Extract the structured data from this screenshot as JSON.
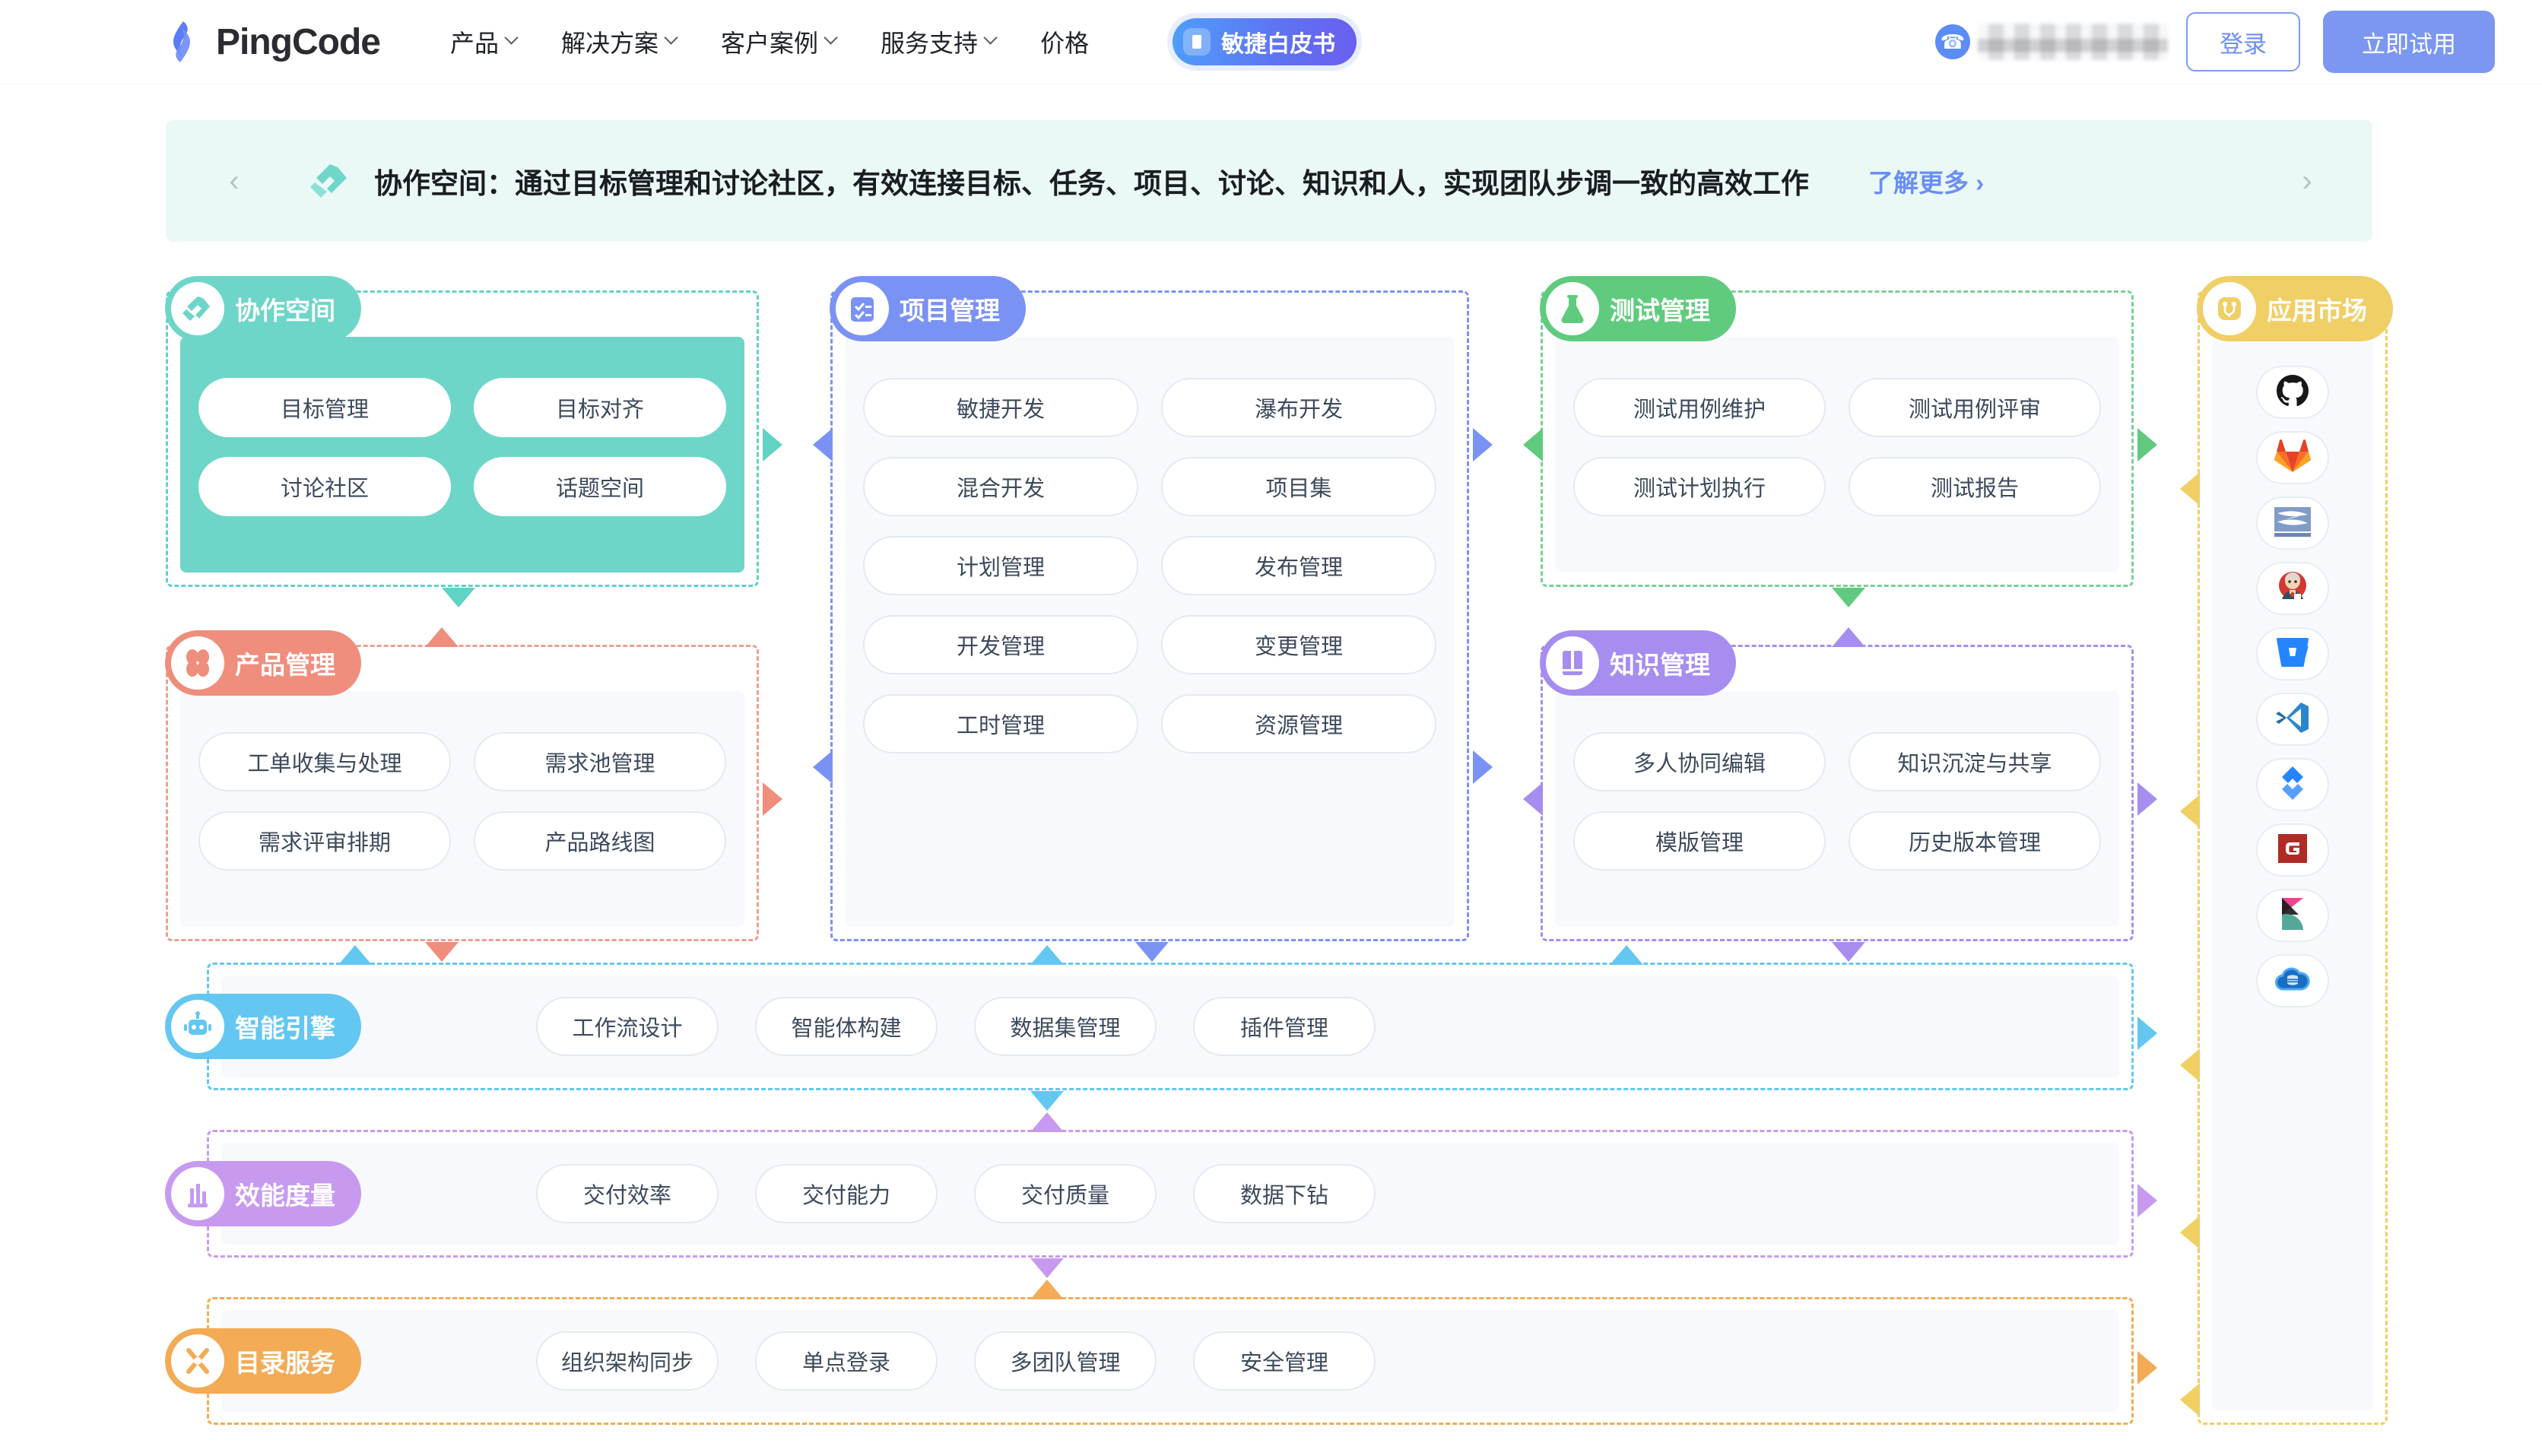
{
  "header": {
    "logo_text": "PingCode",
    "nav": [
      {
        "label": "产品",
        "caret": true
      },
      {
        "label": "解决方案",
        "caret": true
      },
      {
        "label": "客户案例",
        "caret": true
      },
      {
        "label": "服务支持",
        "caret": true
      },
      {
        "label": "价格",
        "caret": false
      }
    ],
    "whitepaper_label": "敏捷白皮书",
    "phone_redacted": "",
    "login_label": "登录",
    "trial_label": "立即试用"
  },
  "banner": {
    "prev": "‹",
    "next": "›",
    "text": "协作空间：通过目标管理和讨论社区，有效连接目标、任务、项目、讨论、知识和人，实现团队步调一致的高效工作",
    "more_label": "了解更多 ›"
  },
  "diagram": {
    "groups": [
      {
        "id": "collaboration",
        "title": "协作空间",
        "icon": "handshake-icon",
        "color": "#5fd3c4",
        "border": "#5fd3c4",
        "solid_fill": true,
        "chips": [
          "目标管理",
          "目标对齐",
          "讨论社区",
          "话题空间"
        ]
      },
      {
        "id": "product",
        "title": "产品管理",
        "icon": "clover-icon",
        "color": "#ef8e7c",
        "border": "#ef8e7c",
        "solid_fill": false,
        "chips": [
          "工单收集与处理",
          "需求池管理",
          "需求评审排期",
          "产品路线图"
        ]
      },
      {
        "id": "project",
        "title": "项目管理",
        "icon": "checklist-icon",
        "color": "#7b92f5",
        "border": "#7b92f5",
        "solid_fill": false,
        "chips": [
          "敏捷开发",
          "瀑布开发",
          "混合开发",
          "项目集",
          "计划管理",
          "发布管理",
          "开发管理",
          "变更管理",
          "工时管理",
          "资源管理"
        ]
      },
      {
        "id": "testing",
        "title": "测试管理",
        "icon": "flask-icon",
        "color": "#60cb7e",
        "border": "#60cb7e",
        "solid_fill": false,
        "chips": [
          "测试用例维护",
          "测试用例评审",
          "测试计划执行",
          "测试报告"
        ]
      },
      {
        "id": "knowledge",
        "title": "知识管理",
        "icon": "book-icon",
        "color": "#a78df0",
        "border": "#a78df0",
        "solid_fill": false,
        "chips": [
          "多人协同编辑",
          "知识沉淀与共享",
          "模版管理",
          "历史版本管理"
        ]
      }
    ],
    "rows": [
      {
        "id": "ai-engine",
        "title": "智能引擎",
        "icon": "robot-icon",
        "color": "#63c7f2",
        "border": "#63c7f2",
        "chips": [
          "工作流设计",
          "智能体构建",
          "数据集管理",
          "插件管理"
        ]
      },
      {
        "id": "metrics",
        "title": "效能度量",
        "icon": "bar-chart-icon",
        "color": "#c79aef",
        "border": "#c79aef",
        "chips": [
          "交付效率",
          "交付能力",
          "交付质量",
          "数据下钻"
        ]
      },
      {
        "id": "directory",
        "title": "目录服务",
        "icon": "tools-icon",
        "color": "#f3ab55",
        "border": "#f3ab55",
        "chips": [
          "组织架构同步",
          "单点登录",
          "多团队管理",
          "安全管理"
        ]
      }
    ],
    "app_market": {
      "id": "app-market",
      "title": "应用市场",
      "icon": "branch-icon",
      "color": "#efcf66",
      "border": "#f0cf63",
      "apps": [
        {
          "name": "github-icon"
        },
        {
          "name": "gitlab-icon"
        },
        {
          "name": "subversion-icon"
        },
        {
          "name": "jenkins-icon"
        },
        {
          "name": "bitbucket-icon"
        },
        {
          "name": "vscode-icon"
        },
        {
          "name": "jira-icon"
        },
        {
          "name": "gitee-icon"
        },
        {
          "name": "kibana-icon"
        },
        {
          "name": "cloud-database-icon"
        }
      ]
    }
  }
}
